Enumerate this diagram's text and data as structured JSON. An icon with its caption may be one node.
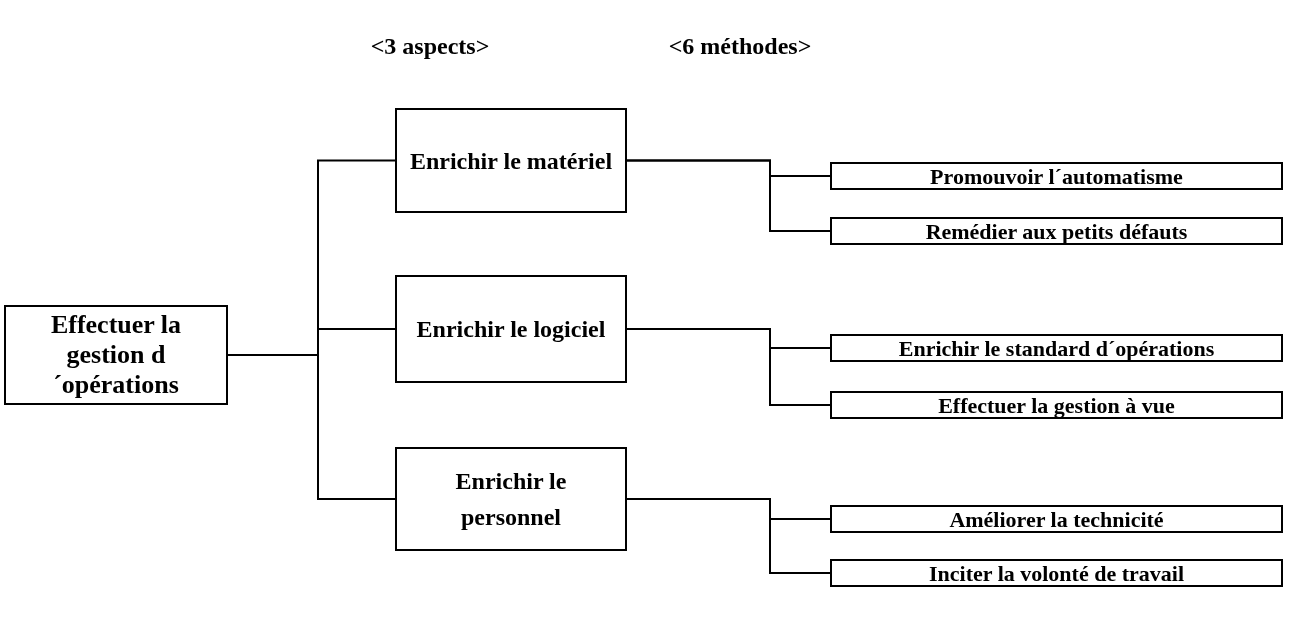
{
  "diagram": {
    "nodes": [
      {
        "text": [
          "Effectuer la gestion d´opérations"
        ]
      },
      {
        "text": [
          "Enrichir le matériel"
        ]
      },
      {
        "text": [
          "Enrichir le logiciel"
        ]
      },
      {
        "text": [
          "Enrichir le personnel"
        ]
      },
      {
        "text": [
          "Promouvoir l´automatisme"
        ]
      },
      {
        "text": [
          "Remédier aux petits défauts"
        ]
      },
      {
        "text": [
          "Enrichir le standard d´opérations"
        ]
      },
      {
        "text": [
          "Effectuer la gestion à vue"
        ]
      },
      {
        "text": [
          "Améliorer la technicité"
        ]
      },
      {
        "text": [
          "Inciter la volonté de travail"
        ]
      }
    ],
    "edges": [
      {
        "from": 0,
        "to": 1,
        "arrow": "none"
      },
      {
        "from": 0,
        "to": 2,
        "arrow": "none"
      },
      {
        "from": 0,
        "to": 3,
        "arrow": "none"
      },
      {
        "from": 1,
        "to": 4,
        "arrow": "none"
      },
      {
        "from": 1,
        "to": 5,
        "arrow": "none"
      },
      {
        "from": 2,
        "to": 6,
        "arrow": "none"
      },
      {
        "from": 2,
        "to": 7,
        "arrow": "none"
      },
      {
        "from": 3,
        "to": 8,
        "arrow": "none"
      },
      {
        "from": 3,
        "to": 9,
        "arrow": "none"
      }
    ],
    "labels": [
      "<3 aspects>",
      "<6 méthodes>"
    ]
  }
}
